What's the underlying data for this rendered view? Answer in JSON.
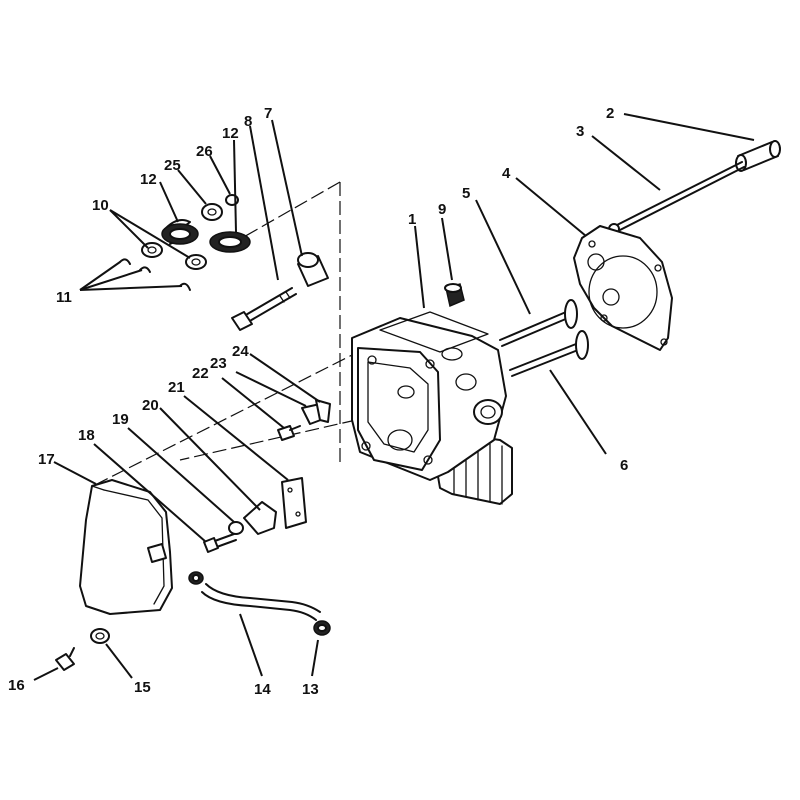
{
  "callouts": {
    "c1": "1",
    "c2": "2",
    "c3": "3",
    "c4": "4",
    "c5": "5",
    "c6": "6",
    "c7": "7",
    "c8": "8",
    "c9": "9",
    "c10": "10",
    "c11": "11",
    "c12a": "12",
    "c12b": "12",
    "c13": "13",
    "c14": "14",
    "c15": "15",
    "c16": "16",
    "c17": "17",
    "c18": "18",
    "c19": "19",
    "c20": "20",
    "c21": "21",
    "c22": "22",
    "c23": "23",
    "c24": "24",
    "c25": "25",
    "c26": "26"
  }
}
